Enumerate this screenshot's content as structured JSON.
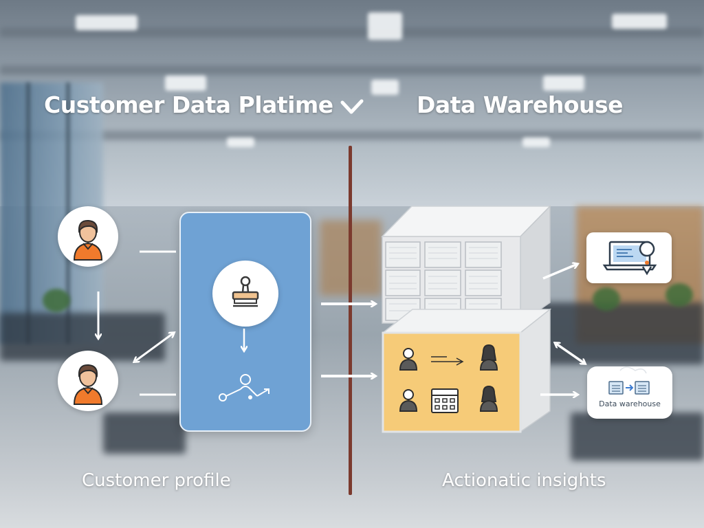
{
  "titles": {
    "left": "Customer Data Platime",
    "right": "Data Warehouse"
  },
  "captions": {
    "left": "Customer profile",
    "right": "Actionatic insights"
  },
  "cards": {
    "data_warehouse_label": "Data warehouse"
  },
  "icons": {
    "title_chevron": "chevron-down-icon",
    "person_top": "person-icon",
    "person_bottom": "person-icon",
    "panel_top": "stamp-icon",
    "panel_bottom": "connection-nodes-icon",
    "warehouse_top": "server-rack-icon",
    "warehouse_bottom": "people-flow-icon",
    "card_top": "laptop-location-icon",
    "card_bottom": "data-transfer-icon"
  },
  "colors": {
    "panel_blue": "#6fa2d4",
    "person_orange": "#f07a2c",
    "divider_brown": "#7b3a2e",
    "warehouse_orange": "#f6cb78",
    "warehouse_grey": "#e8e9eb"
  }
}
